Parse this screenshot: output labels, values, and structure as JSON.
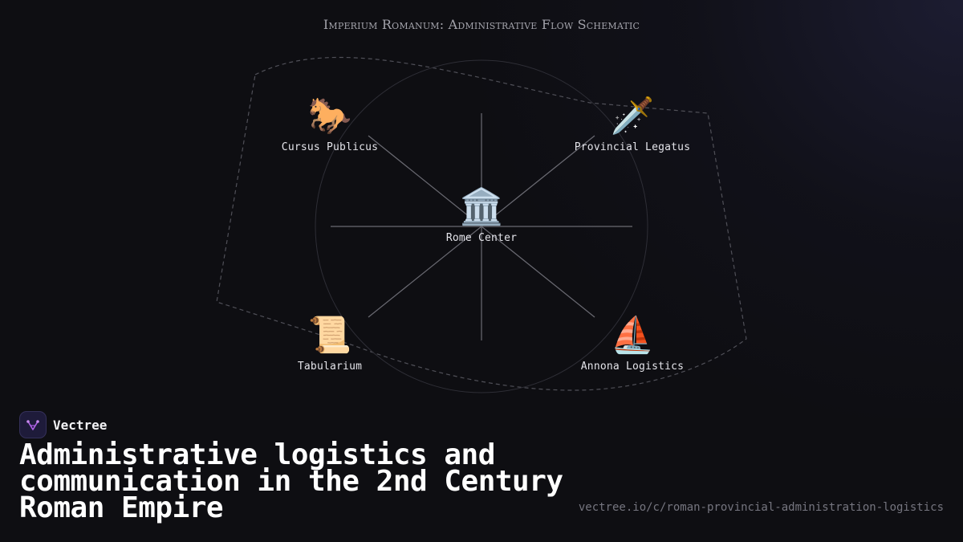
{
  "diagram": {
    "title": "Imperium Romanum: Administrative Flow Schematic",
    "center": {
      "icon": "🏛️",
      "icon_name": "temple-icon",
      "label": "Rome Center"
    },
    "nodes": [
      {
        "icon": "🐎",
        "icon_name": "horse-icon",
        "label": "Cursus Publicus"
      },
      {
        "icon": "🗡️",
        "icon_name": "dagger-icon",
        "label": "Provincial Legatus"
      },
      {
        "icon": "📜",
        "icon_name": "scroll-icon",
        "label": "Tabularium"
      },
      {
        "icon": "⛵",
        "icon_name": "sailboat-icon",
        "label": "Annona Logistics"
      }
    ]
  },
  "footer": {
    "brand": "Vectree",
    "headline": "Administrative logistics and communication in the 2nd Century Roman Empire",
    "url": "vectree.io/c/roman-provincial-administration-logistics"
  },
  "colors": {
    "background": "#0e0e12",
    "lines": "#6a6a72",
    "accent": "#b061e8"
  }
}
